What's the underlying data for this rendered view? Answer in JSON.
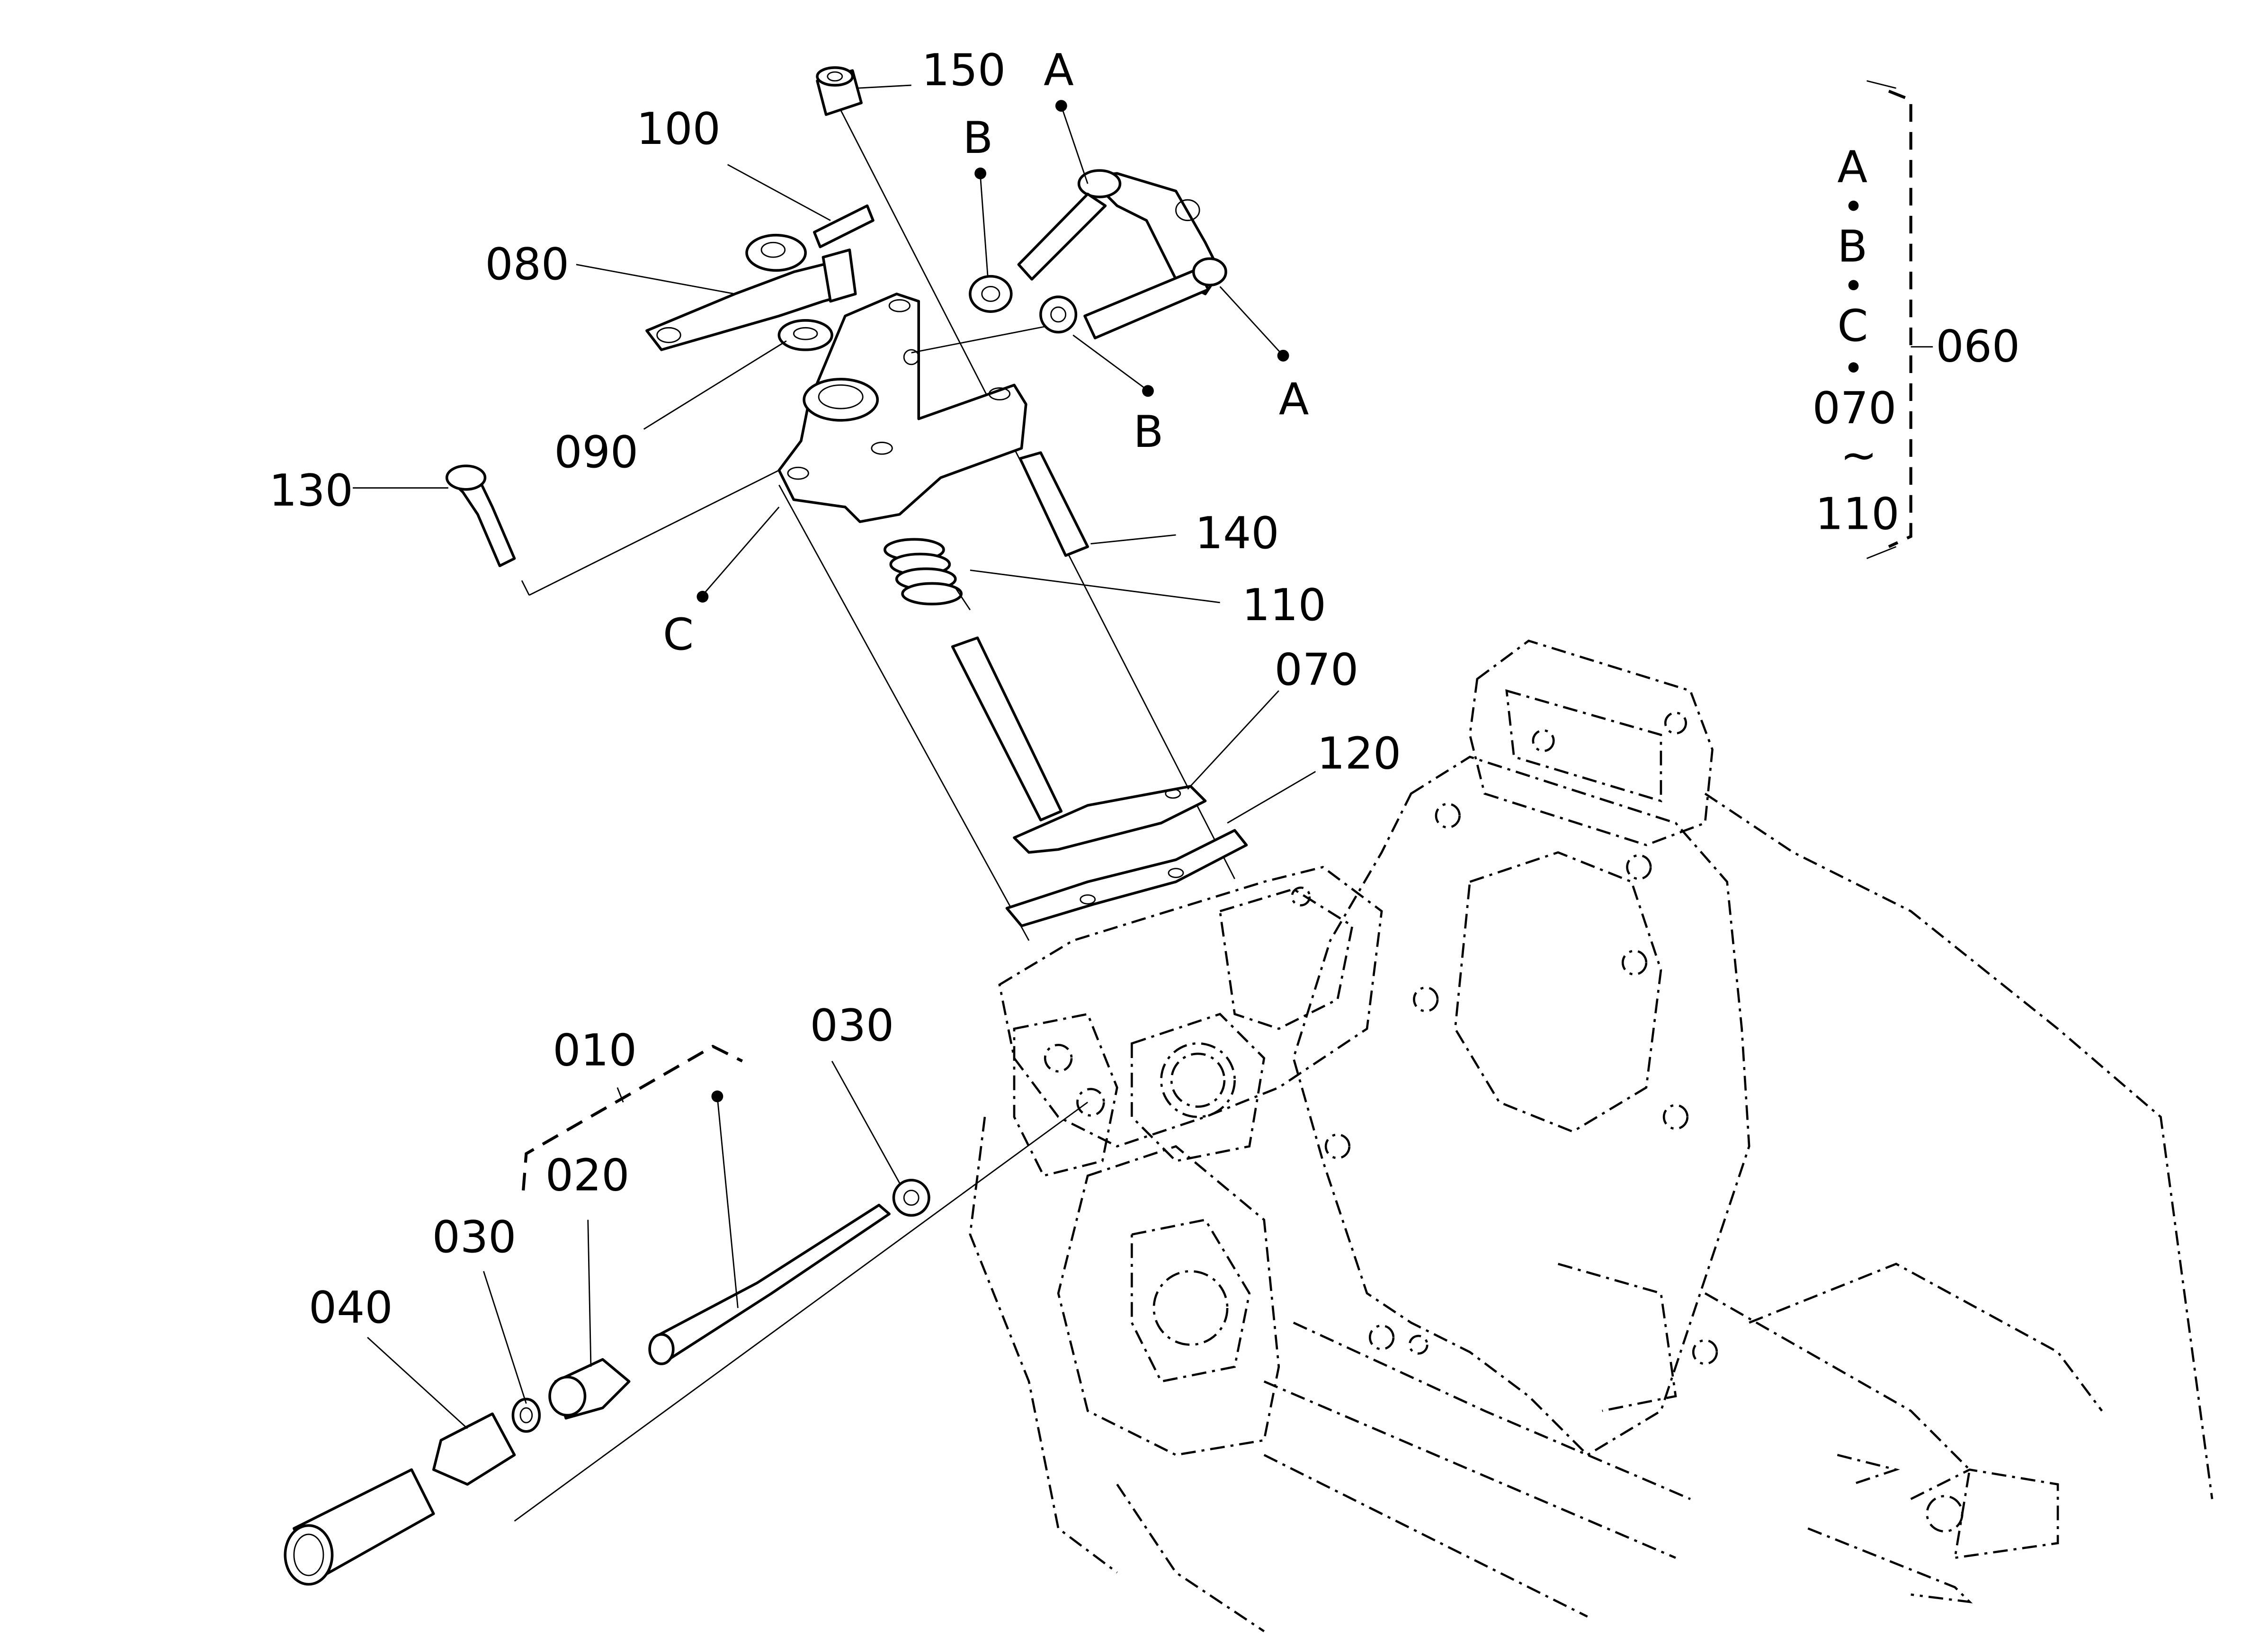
{
  "diagram": {
    "type": "exploded parts diagram",
    "callouts": [
      {
        "id": "150",
        "label": "150"
      },
      {
        "id": "100",
        "label": "100"
      },
      {
        "id": "080",
        "label": "080"
      },
      {
        "id": "090",
        "label": "090"
      },
      {
        "id": "130",
        "label": "130"
      },
      {
        "id": "140",
        "label": "140"
      },
      {
        "id": "110",
        "label": "110"
      },
      {
        "id": "070",
        "label": "070"
      },
      {
        "id": "120",
        "label": "120"
      },
      {
        "id": "010",
        "label": "010"
      },
      {
        "id": "020",
        "label": "020"
      },
      {
        "id": "030a",
        "label": "030"
      },
      {
        "id": "030b",
        "label": "030"
      },
      {
        "id": "040",
        "label": "040"
      }
    ],
    "reference_markers": {
      "a_top": "A",
      "a_right": "A",
      "b_top": "B",
      "b_right": "B",
      "c_left": "C"
    },
    "assembly_group": {
      "label": "060",
      "members": [
        "A",
        "B",
        "C",
        "070",
        "~",
        "110"
      ]
    }
  }
}
